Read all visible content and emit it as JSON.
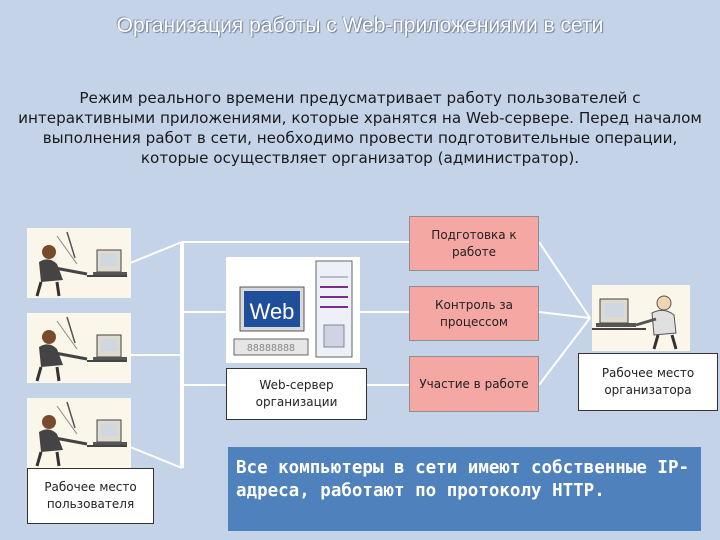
{
  "title": "Организация работы с Web-приложениями в сети",
  "intro": "Режим реального времени предусматривает работу пользователей с интерактивными приложениями, которые хранятся на Web-сервере. Перед началом выполнения работ в сети, необходимо провести подготовительные операции, которые осуществляет организатор (администратор).",
  "operations": [
    {
      "label": "Подготовка к работе"
    },
    {
      "label": "Контроль за процессом"
    },
    {
      "label": "Участие в работе"
    }
  ],
  "server": {
    "caption": "Web-сервер организации",
    "screen_text": "Web",
    "keyboard_text": "88888888"
  },
  "user_caption": "Рабочее место пользователя",
  "organizer_caption": "Рабочее место организатора",
  "note": "Все компьютеры в сети имеют собственные IP-адреса, работают по протоколу HTTP.",
  "colors": {
    "background": "#c4d3e8",
    "operation_box": "#f4a7a3",
    "note_box": "#4f81bd",
    "bus_line": "#ffffff"
  }
}
